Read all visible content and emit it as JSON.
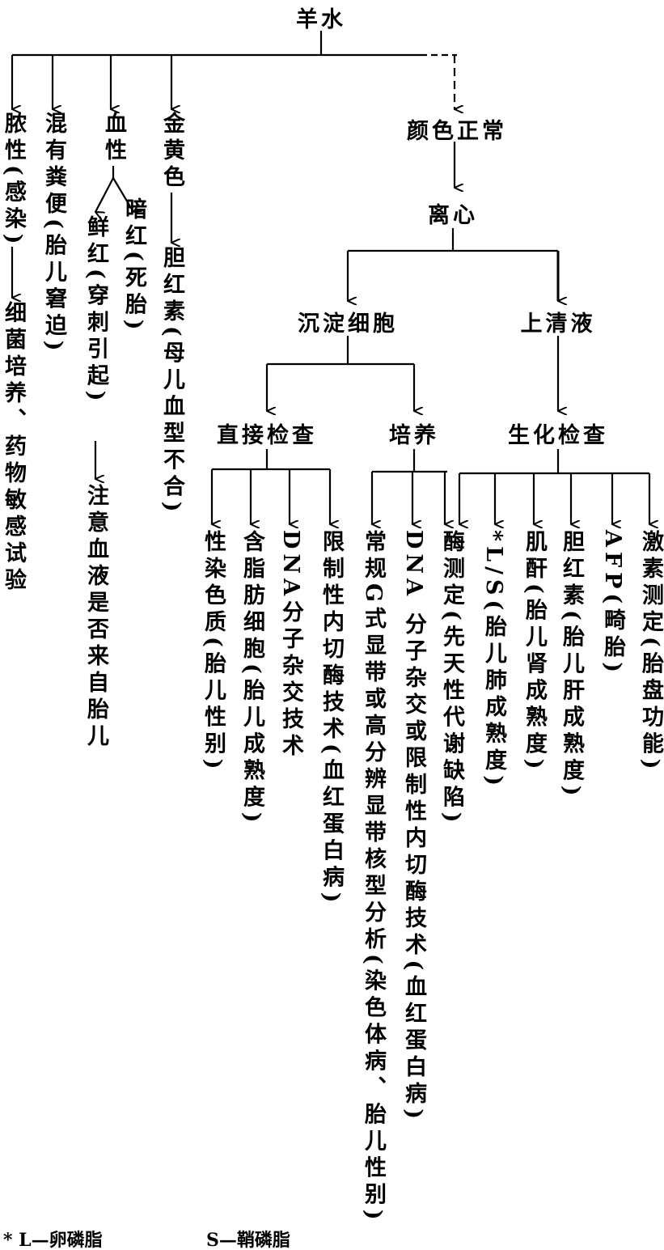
{
  "root": "羊水",
  "branches": {
    "purulent": "脓性(感染)",
    "purulent_action": "细菌培养、药物敏感试验",
    "meconium": "混有粪便(胎儿窘迫)",
    "bloody": "血性",
    "bright_red": "鲜红(穿刺引起)",
    "bright_red_action": "注意血液是否来自胎儿",
    "dark_red": "暗红(死胎)",
    "golden": "金黄色",
    "golden_action": "胆红素(母儿血型不合)",
    "normal": "颜色正常",
    "centrifuge": "离心",
    "sediment": "沉淀细胞",
    "supernatant": "上清液",
    "direct": "直接检查",
    "culture": "培养",
    "biochem": "生化检查"
  },
  "direct_items": [
    "性染色质(胎儿性别)",
    "含脂肪细胞(胎儿成熟度)",
    "DNA分子杂交技术",
    "限制性内切酶技术(血红蛋白病)"
  ],
  "culture_items": [
    "常规G式显带或高分辨显带核型分析(染色体病、胎儿性别)",
    "DNA 分子杂交或限制性内切酶技术(血红蛋白病)"
  ],
  "biochem_items": [
    "酶测定(先天性代谢缺陷)",
    "*L/S(胎儿肺成熟度)",
    "肌酐(胎儿肾成熟度)",
    "胆红素(胎儿肝成熟度)",
    "AFP(畸胎)",
    "激素测定(胎盘功能)"
  ],
  "footnote": {
    "l": "* L—卵磷脂",
    "s": "S—鞘磷脂"
  }
}
